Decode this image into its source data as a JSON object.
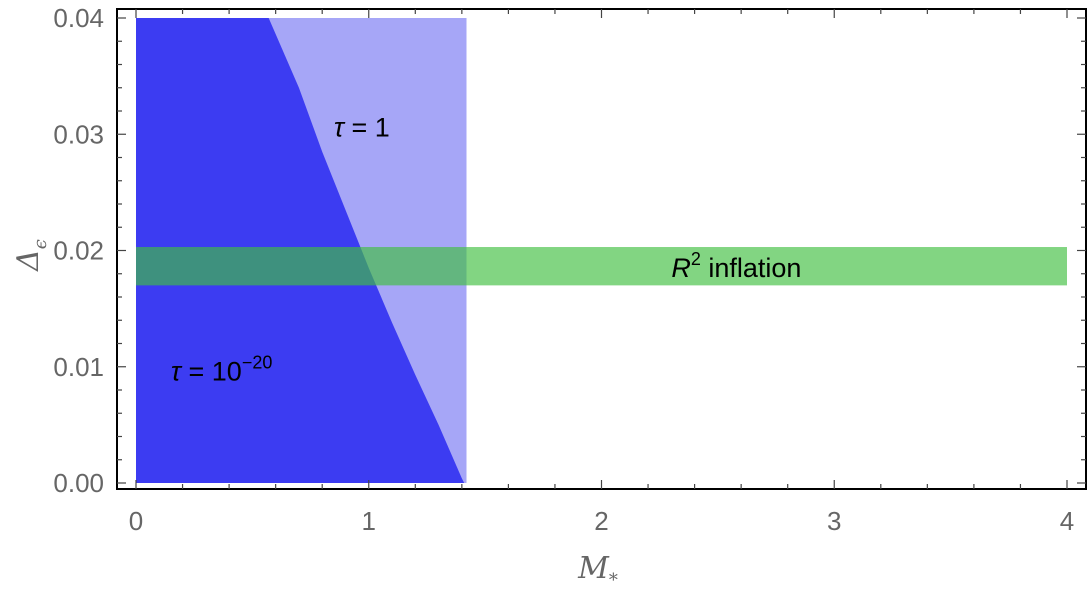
{
  "chart_data": {
    "type": "area",
    "xlabel": "M",
    "xlabel_sub": "*",
    "ylabel": "Δ",
    "ylabel_sub": "ϵ",
    "xlim": [
      0,
      4
    ],
    "ylim": [
      0,
      0.04
    ],
    "x_ticks": [
      {
        "value": 0,
        "label": "0"
      },
      {
        "value": 1,
        "label": "1"
      },
      {
        "value": 2,
        "label": "2"
      },
      {
        "value": 3,
        "label": "3"
      },
      {
        "value": 4,
        "label": "4"
      }
    ],
    "y_ticks": [
      {
        "value": 0.0,
        "label": "0.00"
      },
      {
        "value": 0.01,
        "label": "0.01"
      },
      {
        "value": 0.02,
        "label": "0.02"
      },
      {
        "value": 0.03,
        "label": "0.03"
      },
      {
        "value": 0.04,
        "label": "0.04"
      }
    ],
    "regions": [
      {
        "name": "τ = 1",
        "color": "#a6a6f7",
        "x_max": 1.42,
        "y_range": [
          0,
          0.04
        ]
      },
      {
        "name": "τ = 10^-20",
        "color": "#3c3cf2",
        "boundary": [
          {
            "x": 0.57,
            "y": 0.04
          },
          {
            "x": 0.7,
            "y": 0.034
          },
          {
            "x": 0.8,
            "y": 0.0285
          },
          {
            "x": 0.9,
            "y": 0.0235
          },
          {
            "x": 1.0,
            "y": 0.0185
          },
          {
            "x": 1.1,
            "y": 0.0138
          },
          {
            "x": 1.2,
            "y": 0.0093
          },
          {
            "x": 1.3,
            "y": 0.005
          },
          {
            "x": 1.4,
            "y": 0.0004
          },
          {
            "x": 1.41,
            "y": 0.0
          }
        ]
      },
      {
        "name": "R² inflation",
        "color": "#3fbf3f",
        "opacity": 0.65,
        "x_range": [
          0,
          4
        ],
        "y_range": [
          0.017,
          0.0203
        ]
      }
    ],
    "annotations": [
      {
        "id": "tau1",
        "x": 0.85,
        "y": 0.0298,
        "parts": [
          {
            "t": "τ",
            "it": true
          },
          {
            "t": " = 1"
          }
        ]
      },
      {
        "id": "tau20",
        "x": 0.15,
        "y": 0.0088,
        "parts": [
          {
            "t": "τ",
            "it": true
          },
          {
            "t": " = 10"
          },
          {
            "t": "−20",
            "sup": true
          }
        ]
      },
      {
        "id": "r2",
        "x": 2.3,
        "y": 0.0177,
        "parts": [
          {
            "t": "R",
            "it": true
          },
          {
            "t": "2",
            "sup": true
          },
          {
            "t": " inflation"
          }
        ]
      }
    ],
    "grid": false,
    "frame": true
  }
}
